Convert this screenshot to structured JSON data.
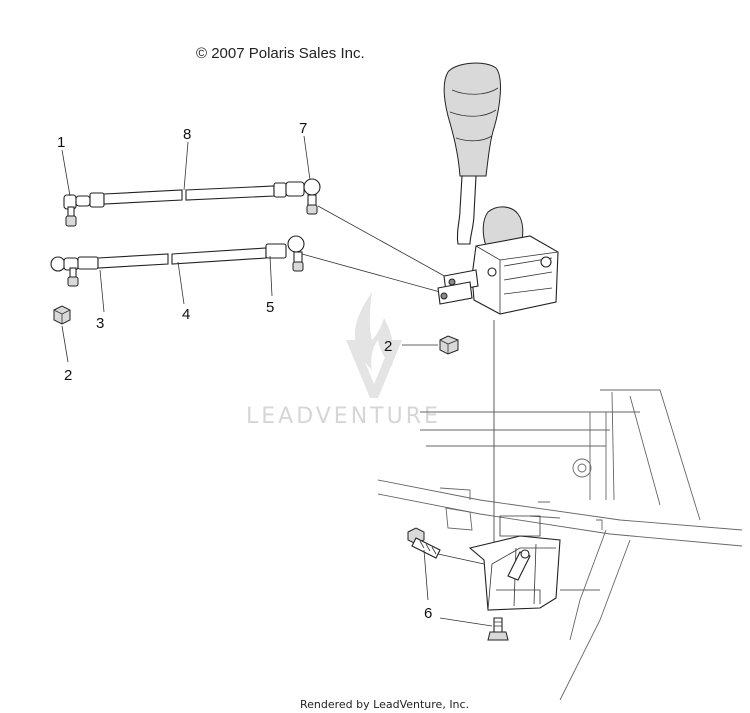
{
  "copyright": "© 2007 Polaris Sales Inc.",
  "footer": "Rendered by LeadVenture, Inc.",
  "watermark": "LEADVENTURE",
  "callouts": {
    "c1": "1",
    "c8": "8",
    "c7": "7",
    "c3": "3",
    "c4": "4",
    "c5": "5",
    "c2a": "2",
    "c2b": "2",
    "c6": "6"
  }
}
